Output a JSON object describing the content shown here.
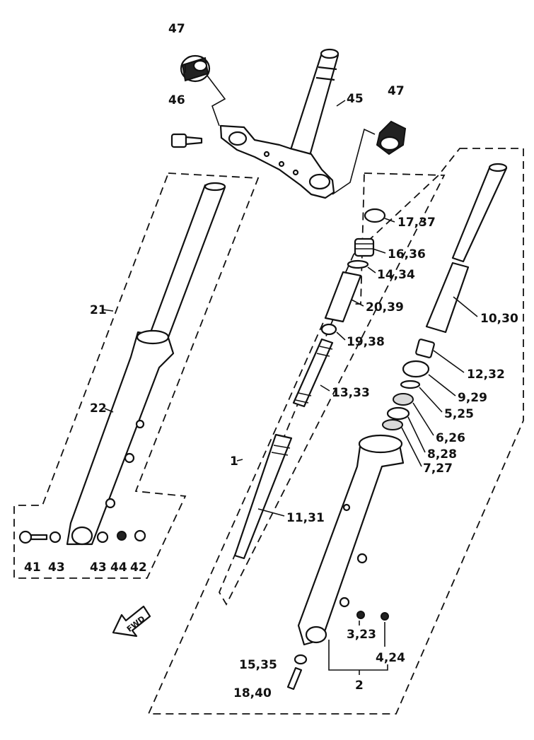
{
  "callouts": {
    "c47a": "47",
    "c47b": "47",
    "c46": "46",
    "c45": "45",
    "c21": "21",
    "c22": "22",
    "c41": "41",
    "c43a": "43",
    "c43b": "43",
    "c44": "44",
    "c42": "42",
    "c1": "1",
    "c1737": "17,37",
    "c1636": "16,36",
    "c1434": "14,34",
    "c2039": "20,39",
    "c1938": "19,38",
    "c1333": "13,33",
    "c1131": "11,31",
    "c1030": "10,30",
    "c1232": "12,32",
    "c929": "9,29",
    "c525": "5,25",
    "c626": "6,26",
    "c828": "8,28",
    "c727": "7,27",
    "c323": "3,23",
    "c424": "4,24",
    "c2": "2",
    "c1535": "15,35",
    "c1840": "18,40"
  },
  "arrow_label": "FWD"
}
